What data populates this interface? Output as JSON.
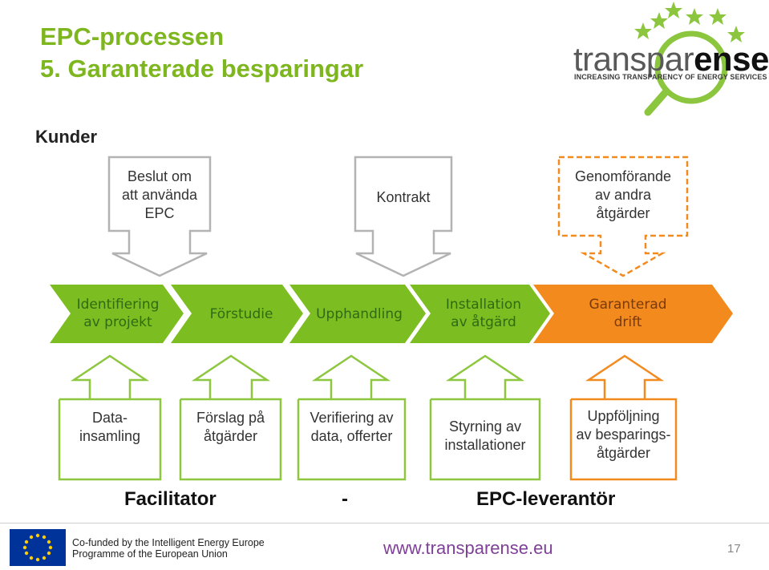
{
  "title": {
    "line1": "EPC-processen",
    "line2": "5. Garanterade besparingar"
  },
  "logo": {
    "name_plain": "transpar",
    "name_bold": "ense",
    "tagline": "INCREASING TRANSPARENCY OF ENERGY SERVICES MARKETS"
  },
  "kunder_label": "Kunder",
  "top_boxes": [
    {
      "text": "Beslut om\natt använda\nEPC",
      "style": "solid"
    },
    {
      "text": "Kontrakt",
      "style": "solid"
    },
    {
      "text": "Genomförande\nav andra\nåtgärder",
      "style": "dashed"
    }
  ],
  "process_steps": [
    {
      "text": "Identifiering\nav projekt",
      "color": "#7cbd21"
    },
    {
      "text": "Förstudie",
      "color": "#7cbd21"
    },
    {
      "text": "Upphandling",
      "color": "#7cbd21"
    },
    {
      "text": "Installation\nav åtgärd",
      "color": "#7cbd21"
    },
    {
      "text": "Garanterad\ndrift",
      "color": "#f28a1e"
    }
  ],
  "bottom_boxes": [
    {
      "text": "Data-\ninsamling",
      "color": "#8dc63f"
    },
    {
      "text": "Förslag på\nåtgärder",
      "color": "#8dc63f"
    },
    {
      "text": "Verifiering av\ndata, offerter",
      "color": "#8dc63f"
    },
    {
      "text": "Styrning av\ninstallationer",
      "color": "#8dc63f"
    },
    {
      "text": "Uppföljning\nav besparings-\nåtgärder",
      "color": "#f28a1e"
    }
  ],
  "bottom_labels": {
    "left": "Facilitator",
    "middle": "-",
    "right": "EPC-leverantör"
  },
  "footer": {
    "cofund": "Co-funded by the Intelligent Energy Europe\nProgramme of the European Union",
    "url": "www.transparense.eu",
    "page": "17"
  },
  "colors": {
    "title_green": "#7eb61f",
    "step_green": "#7cbd21",
    "orange": "#f28a1e",
    "url_purple": "#7f3f98"
  }
}
